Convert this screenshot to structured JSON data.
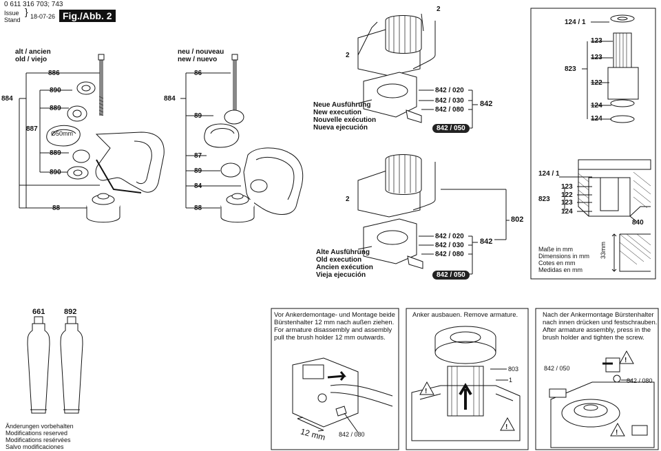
{
  "header": {
    "part_number": "0 611 316 703; 743",
    "issue_label": "Issue",
    "stand_label": "Stand",
    "date": "18-07-26",
    "fig_label": "Fig./Abb. 2"
  },
  "left_old": {
    "heading1": "alt / ancien",
    "heading2": "old / viejo",
    "labels": [
      "886",
      "884",
      "890",
      "889",
      "887",
      "Ø50mm",
      "889",
      "890",
      "88"
    ]
  },
  "left_new": {
    "heading1": "neu / nouveau",
    "heading2": "new / nuevo",
    "labels": [
      "86",
      "884",
      "89",
      "87",
      "89",
      "84",
      "88"
    ]
  },
  "motor_new": {
    "label_2a": "2",
    "label_2b": "2",
    "parts": [
      "842 / 020",
      "842 / 030",
      "842 / 080"
    ],
    "group": "842",
    "pill": "842 / 050",
    "caption": [
      "Neue Ausführung",
      "New execution",
      "Nouvelle exécution",
      "Nueva ejecución"
    ]
  },
  "motor_old": {
    "label_2": "2",
    "parts": [
      "842 / 020",
      "842 / 030",
      "842 / 080"
    ],
    "group": "842",
    "assembly": "802",
    "pill": "842 / 050",
    "caption": [
      "Alte Ausführung",
      "Old execution",
      "Ancien exécution",
      "Vieja ejecución"
    ]
  },
  "armature_box": {
    "top_labels": [
      "124 / 1",
      "123",
      "123",
      "122",
      "124",
      "124"
    ],
    "group": "823",
    "bottom_labels": [
      "124 / 1",
      "123",
      "122",
      "123",
      "124"
    ],
    "bottom_group": "823",
    "part_840": "840",
    "dim": "33mm",
    "units": [
      "Maße in mm",
      "Dimensions in mm",
      "Cotes en mm",
      "Medidas en mm"
    ]
  },
  "tubes": {
    "labels": [
      "661",
      "892"
    ]
  },
  "footer": {
    "lines": [
      "Änderungen vorbehalten",
      "Modifications reserved",
      "Modifications resérvées",
      "Salvo modificaciones"
    ]
  },
  "panel1": {
    "text": [
      "Vor Ankerdemontage- und Montage beide",
      "Bürstenhalter 12 mm nach außen ziehen.",
      "For armature disassembly and assembly",
      "pull the brush holder 12 mm outwards."
    ],
    "dim": "12 mm",
    "part": "842 / 080"
  },
  "panel2": {
    "text": [
      "Anker ausbauen. Remove armature."
    ],
    "labels": [
      "803",
      "1"
    ]
  },
  "panel3": {
    "text": [
      "Nach der Ankermontage Bürstenhalter",
      "nach innen drücken und festschrauben.",
      "After armature assembly, press in the",
      "brush holder and tighten the screw."
    ],
    "labels": [
      "842 / 050",
      "842 / 080"
    ]
  }
}
